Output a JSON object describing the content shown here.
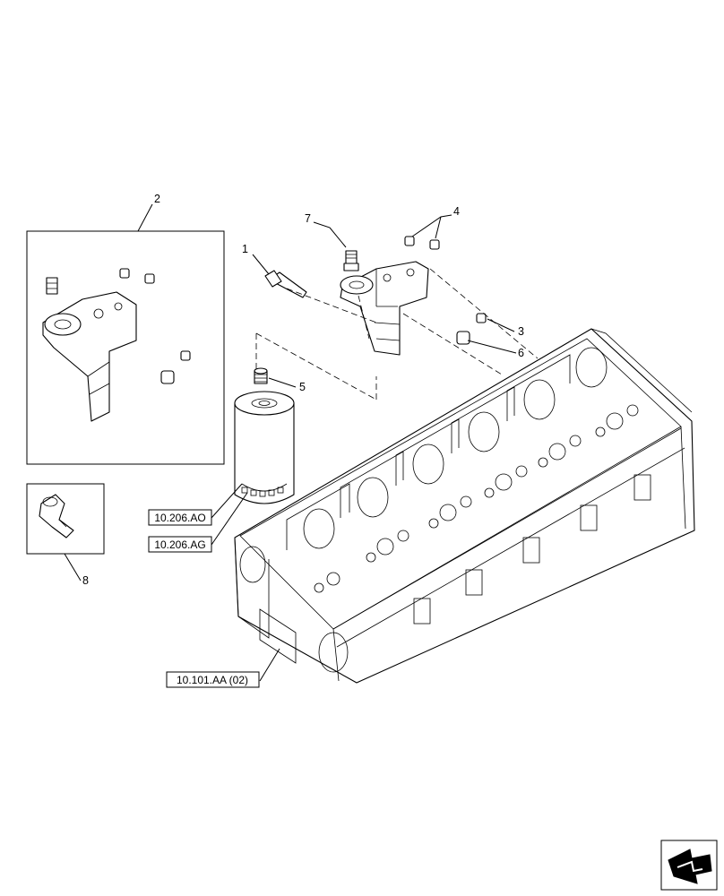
{
  "callouts": {
    "c1": "1",
    "c2": "2",
    "c3": "3",
    "c4": "4",
    "c5": "5",
    "c6": "6",
    "c7": "7",
    "c8": "8"
  },
  "references": {
    "filter_ao": "10.206.AO",
    "filter_ag": "10.206.AG",
    "cylinder_head": "10.101.AA (02)"
  },
  "icons": {
    "navigation": "arrow-icon",
    "filter_head_kit": "filter-head-assembly-icon",
    "sensor": "sensor-icon"
  }
}
